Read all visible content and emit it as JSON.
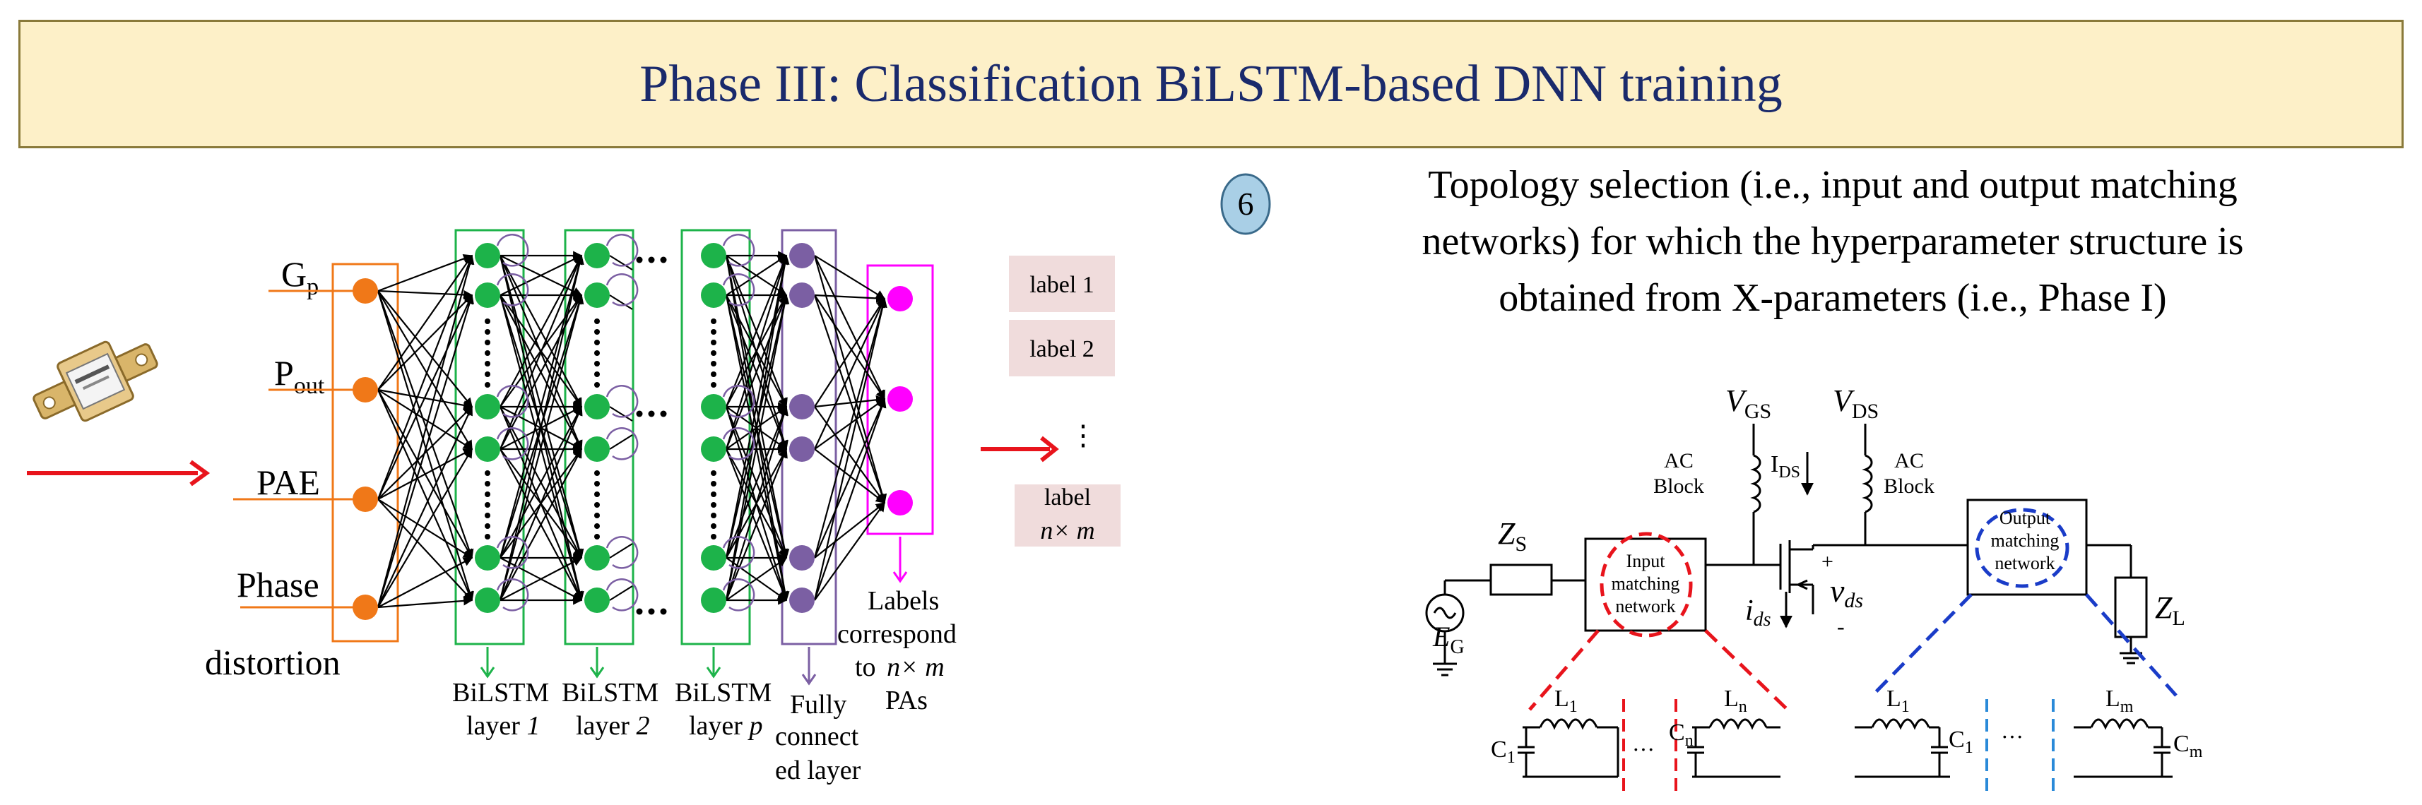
{
  "title": "Phase III: Classification BiLSTM-based DNN training",
  "step_number": "6",
  "topology_text": [
    "Topology selection (i.e., input and output matching",
    "networks) for which the hyperparameter structure is",
    "obtained from X-parameters (i.e., Phase I)"
  ],
  "inputs": {
    "gp": "G",
    "gp_sub": "p",
    "pout": "P",
    "pout_sub": "out",
    "pae": "PAE",
    "phase": "Phase",
    "distortion": "distortion"
  },
  "layers": {
    "l1a": "BiLSTM",
    "l1b": "layer ",
    "l1c": "1",
    "l2a": "BiLSTM",
    "l2b": "layer ",
    "l2c": "2",
    "lpa": "BiLSTM",
    "lpb": "layer ",
    "lpc": "p",
    "fc1": "Fully",
    "fc2": "connect",
    "fc3": "ed layer",
    "lab1": "Labels",
    "lab2": "correspond",
    "lab3a": "to ",
    "lab3b": "n× m",
    "lab4": "PAs"
  },
  "labels": {
    "label1": "label 1",
    "label2": "label 2",
    "vdots": "⋮",
    "labeln_a": "label",
    "labeln_b": "n× m"
  },
  "circuit": {
    "vgs": "V",
    "vgs_sub": "GS",
    "vds": "V",
    "vds_sub": "DS",
    "ac1a": "AC",
    "ac1b": "Block",
    "ac2a": "AC",
    "ac2b": "Block",
    "ids": "I",
    "ids_sub": "DS",
    "zs": "Z",
    "zs_sub": "S",
    "eg": "E",
    "eg_sub": "G",
    "zl": "Z",
    "zl_sub": "L",
    "in_net": [
      "Input",
      "matching",
      "network"
    ],
    "out_net": [
      "Output",
      "matching",
      "network"
    ],
    "ids_small": "i",
    "ids_small_sub": "ds",
    "vds_small": "v",
    "vds_small_sub": "ds",
    "plus": "+",
    "minus": "-",
    "l1": "L",
    "l1_sub": "1",
    "ln": "L",
    "ln_sub": "n",
    "c1": "C",
    "c1_sub": "1",
    "cn": "C",
    "cn_sub": "n",
    "ol1": "L",
    "ol1_sub": "1",
    "olm": "L",
    "olm_sub": "m",
    "oc1": "C",
    "oc1_sub": "1",
    "ocm": "C",
    "ocm_sub": "m",
    "dots": "···"
  },
  "colors": {
    "input_node": "#f07818",
    "bilstm_node": "#1db34a",
    "fc_node": "#7b5fa3",
    "out_node": "#ff00ff",
    "arrow_red": "#e8141c",
    "label_box": "#f0dcdc",
    "step_circle": "#a9cfe6"
  }
}
